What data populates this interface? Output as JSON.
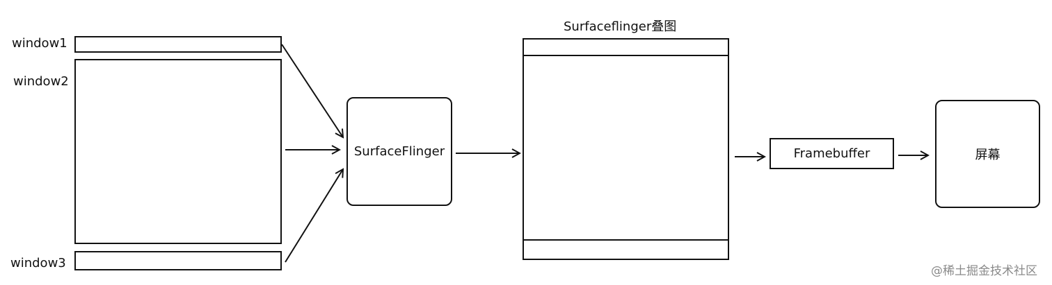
{
  "windows": {
    "window1": "window1",
    "window2": "window2",
    "window3": "window3"
  },
  "surfaceflinger": {
    "label": "SurfaceFlinger"
  },
  "composition": {
    "title": "Surfaceflinger叠图"
  },
  "framebuffer": {
    "label": "Framebuffer"
  },
  "screen": {
    "label": "屏幕"
  },
  "watermark": {
    "text": "@稀土掘金技术社区"
  },
  "colors": {
    "stroke": "#111111",
    "watermark": "#8a8a8a"
  }
}
